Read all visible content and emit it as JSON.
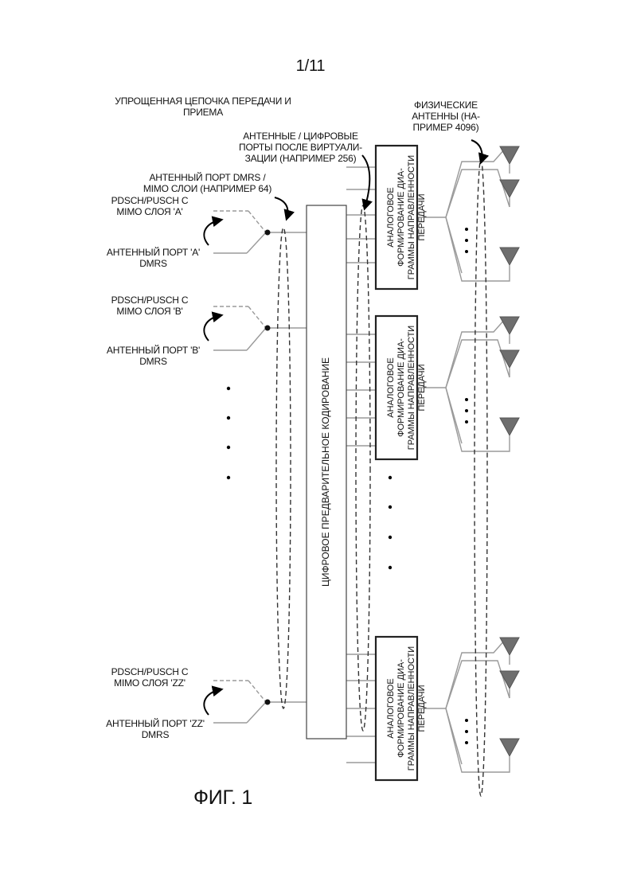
{
  "header": {
    "page_number": "1/11"
  },
  "diagram": {
    "title": "УПРОЩЕННАЯ ЦЕПОЧКА ПЕРЕДАЧИ И\nПРИЕМА",
    "labels": {
      "physical_antennas": "ФИЗИЧЕСКИЕ\nАНТЕННЫ (НА-\nПРИМЕР 4096)",
      "virtualized_ports": "АНТЕННЫЕ / ЦИФРОВЫЕ\nПОРТЫ ПОСЛЕ ВИРТУАЛИ-\nЗАЦИИ (НАПРИМЕР 256)",
      "dmrs_mimo_layers": "АНТЕННЫЙ ПОРТ DMRS /\nMIMO СЛОИ (НАПРИМЕР 64)"
    },
    "layers": [
      {
        "pdsch": "PDSCH/PUSCH С\nMIMO СЛОЯ 'A'",
        "dmrs": "АНТЕННЫЙ ПОРТ 'A'\nDMRS"
      },
      {
        "pdsch": "PDSCH/PUSCH С\nMIMO СЛОЯ 'B'",
        "dmrs": "АНТЕННЫЙ ПОРТ 'B'\nDMRS"
      },
      {
        "pdsch": "PDSCH/PUSCH С\nMIMO СЛОЯ 'ZZ'",
        "dmrs": "АНТЕННЫЙ ПОРТ 'ZZ'\nDMRS"
      }
    ],
    "digital_precoding": "ЦИФРОВОЕ ПРЕДВАРИТЕЛЬНОЕ КОДИРОВАНИЕ",
    "analog_beamforming": "АНАЛОГОВОЕ ФОРМИРОВАНИЕ ДИА-\nГРАММЫ НАПРАВЛЕННОСТИ ПЕРЕДАЧИ"
  },
  "figure": {
    "caption": "ФИГ. 1"
  }
}
